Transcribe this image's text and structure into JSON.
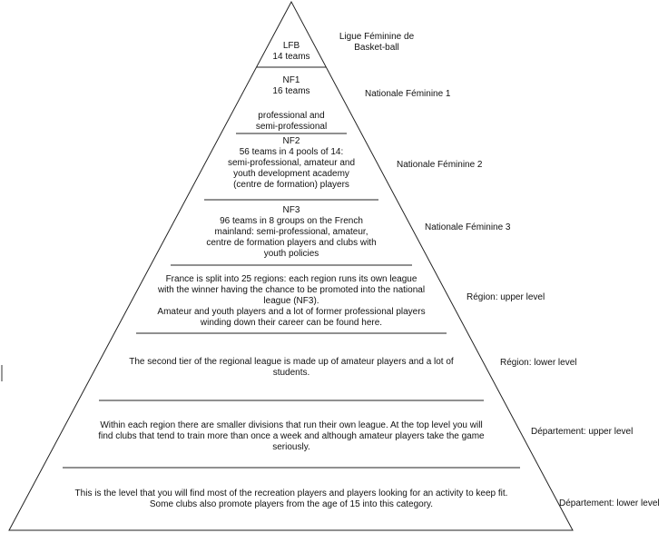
{
  "levels": [
    {
      "text": "LFB\n14 teams",
      "label": "Ligue Féminine de\nBasket-ball"
    },
    {
      "text": "NF1\n16 teams",
      "text2": "professional and\nsemi-professional",
      "label": "Nationale Féminine 1"
    },
    {
      "text": "NF2\n56 teams in 4 pools of 14:\nsemi-professional, amateur and\nyouth development academy\n(centre de formation) players",
      "label": "Nationale Féminine 2"
    },
    {
      "text": "NF3\n96 teams in 8 groups on the French\nmainland: semi-professional,  amateur,\ncentre de formation players and clubs with\nyouth  policies",
      "label": "Nationale Féminine 3"
    },
    {
      "text": "France is split into 25 regions: each region runs its own league\nwith the winner having the chance to be promoted into the national\nleague (NF3).\nAmateur and youth players and a lot of former professional players\nwinding down their career can be found here.",
      "label": "Région: upper level"
    },
    {
      "text": "The second tier of the regional league is made up of amateur players and a lot of\nstudents.",
      "label": "Région: lower level"
    },
    {
      "text": "Within each region there are smaller divisions that run their own league. At the top level you will\nfind clubs that tend to train more than once a week and although amateur players take the game\nseriously.",
      "label": "Département: upper level"
    },
    {
      "text": "This is the level that you will find most of the recreation players and players looking for an activity to keep fit.\nSome clubs also promote players from the age of 15 into this category.",
      "label": "Département: lower level"
    }
  ]
}
